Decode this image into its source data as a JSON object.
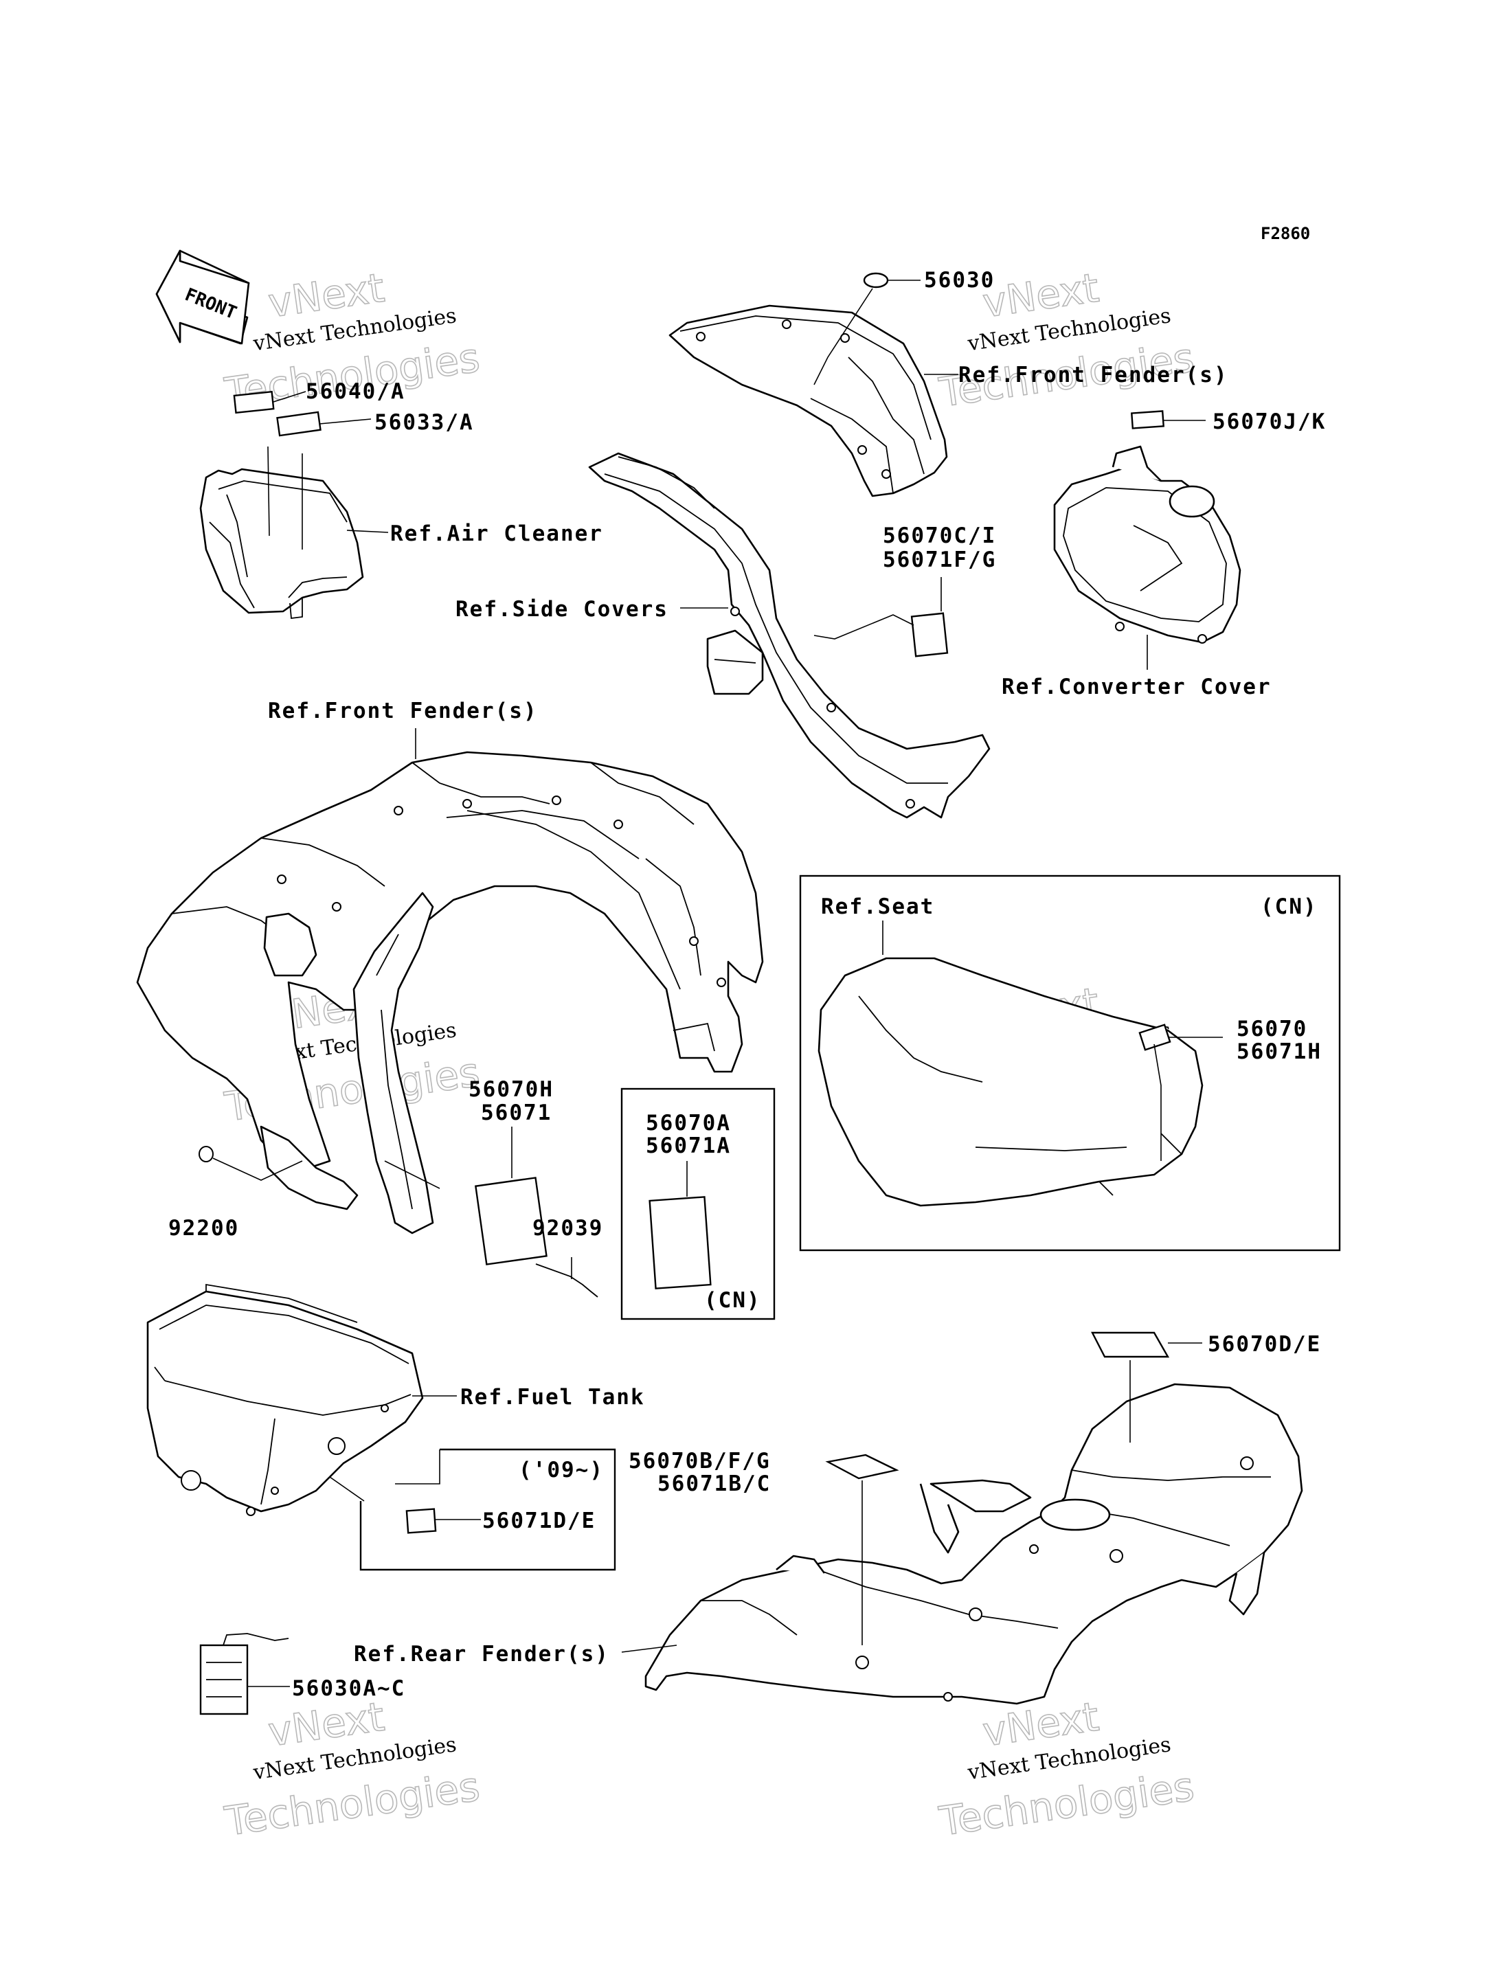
{
  "diagram_code": "F2860",
  "front_arrow": "FRONT",
  "labels": {
    "p56030": "56030",
    "ref_front_fender_top": "Ref.Front Fender(s)",
    "p56070JK": "56070J/K",
    "p56040A": "56040/A",
    "p56033A": "56033/A",
    "ref_air_cleaner": "Ref.Air Cleaner",
    "p56070CI": "56070C/I",
    "p56071FG": "56071F/G",
    "ref_side_covers": "Ref.Side Covers",
    "ref_converter_cover": "Ref.Converter Cover",
    "ref_front_fender": "Ref.Front Fender(s)",
    "ref_seat": "Ref.Seat",
    "cn_seat": "(CN)",
    "p56070": "56070",
    "p56071H": "56071H",
    "p56070H": "56070H",
    "p56071": "56071",
    "p56070A": "56070A",
    "p56071A": "56071A",
    "cn_box": "(CN)",
    "p92200": "92200",
    "p92039": "92039",
    "p56070DE": "56070D/E",
    "ref_fuel_tank": "Ref.Fuel Tank",
    "p56070BFG": "56070B/F/G",
    "p56071BC": "56071B/C",
    "year09": "('09~)",
    "p56071DE": "56071D/E",
    "ref_rear_fender": "Ref.Rear Fender(s)",
    "p56030AC": "56030A~C"
  },
  "watermark": {
    "line1": "vNext",
    "line2": "vNext Technologies",
    "line3": "Technologies"
  }
}
